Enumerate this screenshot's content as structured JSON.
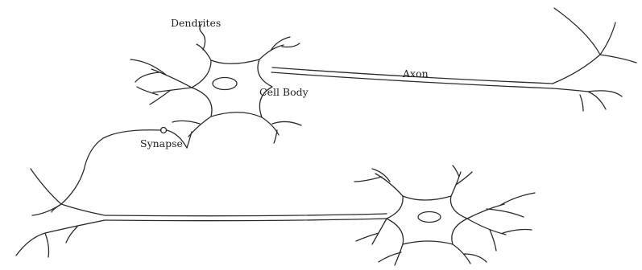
{
  "diagram": {
    "labels": {
      "dendrites": "Dendrites",
      "axon": "Axon",
      "cell_body": "Cell Body",
      "synapse": "Synapse"
    }
  }
}
